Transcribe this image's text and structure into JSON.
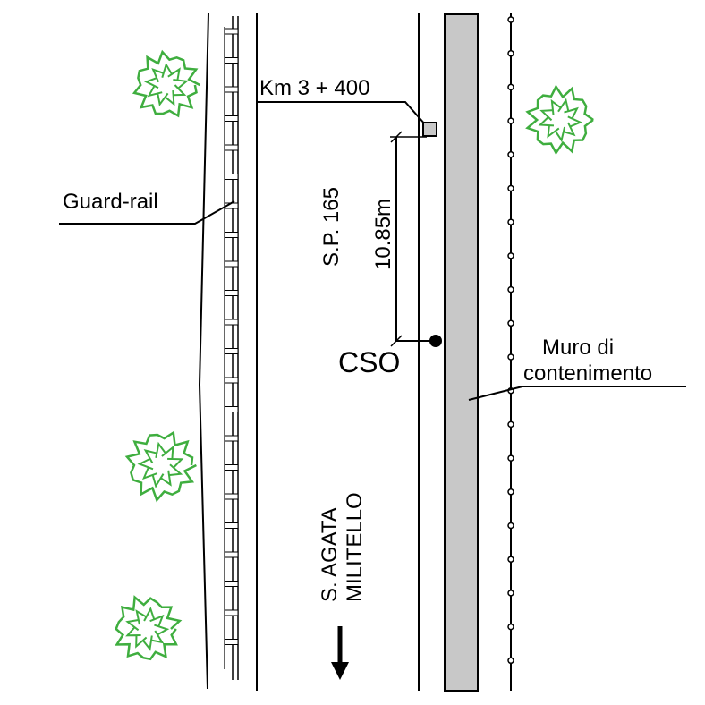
{
  "labels": {
    "km_marker": "Km 3 + 400",
    "guard_rail": "Guard-rail",
    "road_name": "S.P. 165",
    "distance": "10.85m",
    "cso": "CSO",
    "wall_line1": "Muro di",
    "wall_line2": "contenimento",
    "direction_line1": "S. AGATA",
    "direction_line2": "MILITELLO"
  },
  "colors": {
    "line": "#000000",
    "wall_fill": "#c8c8c8",
    "tree": "#3fae3f"
  },
  "icons": {
    "trees": "tree-icon",
    "arrow": "arrow-down-icon",
    "cso_point": "filled-dot-icon",
    "km_marker": "square-marker-icon"
  }
}
